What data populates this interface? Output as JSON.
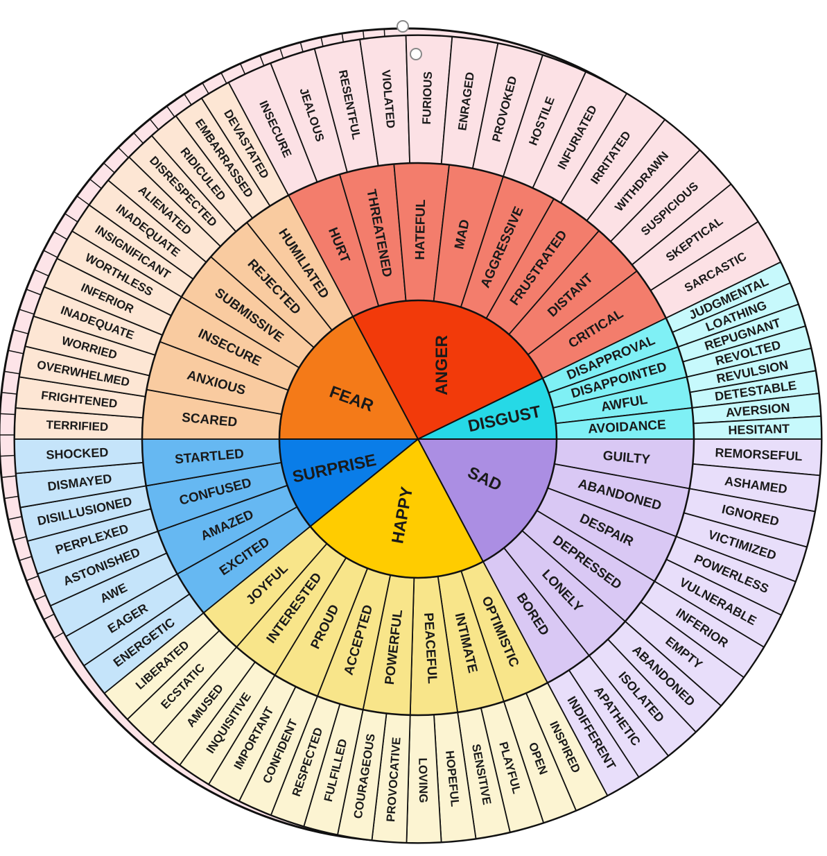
{
  "colors": {
    "outline": "#111111",
    "back_disc": "#fde4e8",
    "hanger_hole": "#ffffff"
  },
  "core": [
    {
      "name": "ANGER",
      "core_color": "#f23a0a",
      "mid_color": "#f37d6c",
      "outer_color": "#fce1e5"
    },
    {
      "name": "DISGUST",
      "core_color": "#26d9e6",
      "mid_color": "#7ff0f5",
      "outer_color": "#c7f9fc"
    },
    {
      "name": "SAD",
      "core_color": "#ab8ee3",
      "mid_color": "#d9c8f4",
      "outer_color": "#e8defa"
    },
    {
      "name": "HAPPY",
      "core_color": "#ffcc00",
      "mid_color": "#f8e58a",
      "outer_color": "#fcf4d2"
    },
    {
      "name": "SURPRISE",
      "core_color": "#0a7de8",
      "mid_color": "#66b8f2",
      "outer_color": "#c5e4fa"
    },
    {
      "name": "FEAR",
      "core_color": "#f47a18",
      "mid_color": "#f9cba0",
      "outer_color": "#fde6d4"
    }
  ],
  "mid_ring": [
    {
      "group": "ANGER",
      "labels": [
        "HURT",
        "THREATENED",
        "HATEFUL",
        "MAD",
        "AGGRESSIVE",
        "FRUSTRATED",
        "DISTANT",
        "CRITICAL"
      ]
    },
    {
      "group": "DISGUST",
      "labels": [
        "DISAPPROVAL",
        "DISAPPOINTED",
        "AWFUL",
        "AVOIDANCE"
      ]
    },
    {
      "group": "SAD",
      "labels": [
        "GUILTY",
        "ABANDONED",
        "DESPAIR",
        "DEPRESSED",
        "LONELY",
        "BORED"
      ]
    },
    {
      "group": "HAPPY",
      "labels": [
        "OPTIMISTIC",
        "INTIMATE",
        "PEACEFUL",
        "POWERFUL",
        "ACCEPTED",
        "PROUD",
        "INTERESTED",
        "JOYFUL"
      ]
    },
    {
      "group": "SURPRISE",
      "labels": [
        "EXCITED",
        "AMAZED",
        "CONFUSED",
        "STARTLED"
      ]
    },
    {
      "group": "FEAR",
      "labels": [
        "SCARED",
        "ANXIOUS",
        "INSECURE",
        "SUBMISSIVE",
        "REJECTED",
        "HUMILIATED"
      ]
    }
  ],
  "outer_ring": [
    {
      "group": "ANGER",
      "labels": [
        "INSECURE",
        "JEALOUS",
        "RESENTFUL",
        "VIOLATED",
        "FURIOUS",
        "ENRAGED",
        "PROVOKED",
        "HOSTILE",
        "INFURIATED",
        "IRRITATED",
        "WITHDRAWN",
        "SUSPICIOUS",
        "SKEPTICAL",
        "SARCASTIC"
      ]
    },
    {
      "group": "DISGUST",
      "labels": [
        "JUDGMENTAL",
        "LOATHING",
        "REPUGNANT",
        "REVOLTED",
        "REVULSION",
        "DETESTABLE",
        "AVERSION",
        "HESITANT"
      ]
    },
    {
      "group": "SAD",
      "labels": [
        "REMORSEFUL",
        "ASHAMED",
        "IGNORED",
        "VICTIMIZED",
        "POWERLESS",
        "VULNERABLE",
        "INFERIOR",
        "EMPTY",
        "ABANDONED",
        "ISOLATED",
        "APATHETIC",
        "INDIFFERENT"
      ]
    },
    {
      "group": "HAPPY",
      "labels": [
        "INSPIRED",
        "OPEN",
        "PLAYFUL",
        "SENSITIVE",
        "HOPEFUL",
        "LOVING",
        "PROVOCATIVE",
        "COURAGEOUS",
        "FULFILLED",
        "RESPECTED",
        "CONFIDENT",
        "IMPORTANT",
        "INQUISITIVE",
        "AMUSED",
        "ECSTATIC",
        "LIBERATED"
      ]
    },
    {
      "group": "SURPRISE",
      "labels": [
        "ENERGETIC",
        "EAGER",
        "AWE",
        "ASTONISHED",
        "PERPLEXED",
        "DISILLUSIONED",
        "DISMAYED",
        "SHOCKED"
      ]
    },
    {
      "group": "FEAR",
      "labels": [
        "TERRIFIED",
        "FRIGHTENED",
        "OVERWHELMED",
        "WORRIED",
        "INADEQUATE",
        "INFERIOR",
        "WORTHLESS",
        "INSIGNIFICANT",
        "INADEQUATE",
        "ALIENATED",
        "DISRESPECTED",
        "RIDICULED",
        "EMBARRASSED",
        "DEVASTATED"
      ]
    }
  ]
}
